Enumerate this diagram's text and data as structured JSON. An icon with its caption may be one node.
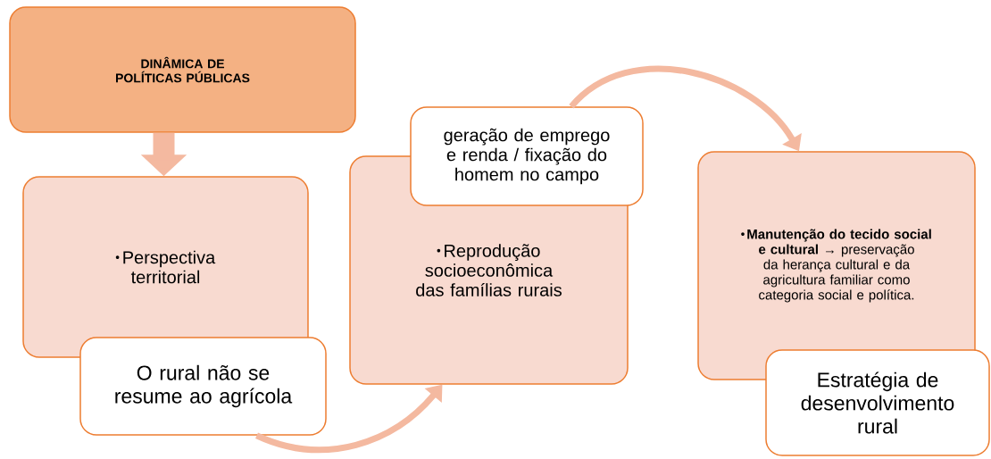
{
  "diagram": {
    "nodes": [
      {
        "text": [
          "DINÂMICA DE POLÍTICAS PÚBLICAS"
        ]
      },
      {
        "text": [
          "Perspectiva territorial"
        ]
      },
      {
        "text": [
          "O rural não se resume ao agrícola"
        ]
      },
      {
        "text": [
          "Reprodução socioeconômica das famílias rurais"
        ]
      },
      {
        "text": [
          "geração de emprego e renda / fixação do homem no campo"
        ]
      },
      {
        "text": [
          "**Manutenção do tecido social e cultural** → preservação da herança cultural e da agricultura familiar como categoria social e política."
        ]
      },
      {
        "text": [
          "Estratégia de desenvolvimento rural"
        ]
      }
    ],
    "edges": [
      {
        "from": 0,
        "to": 1,
        "arrow": "to",
        "style": "thick"
      },
      {
        "from": 2,
        "to": 3,
        "arrow": "to"
      },
      {
        "from": 4,
        "to": 5,
        "arrow": "to"
      }
    ]
  }
}
